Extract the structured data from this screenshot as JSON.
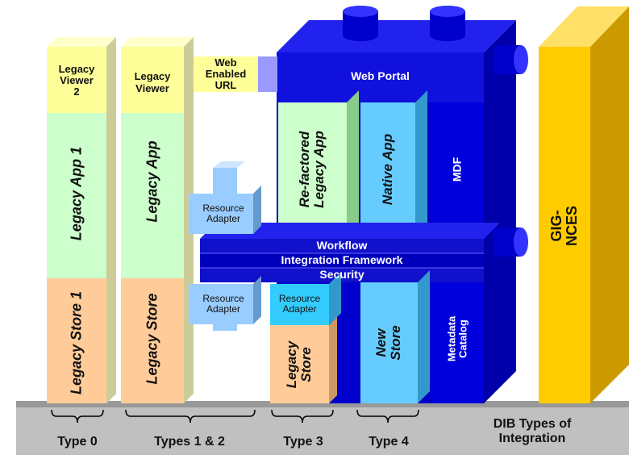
{
  "diagram": {
    "columns": {
      "type0": {
        "viewer": "Legacy\nViewer\n2",
        "app": "Legacy App 1",
        "store": "Legacy Store 1"
      },
      "type12": {
        "viewer": "Legacy\nViewer",
        "app": "Legacy App",
        "store": "Legacy Store"
      },
      "type3": {
        "adapter": "Resource\nAdapter",
        "store": "Legacy\nStore"
      },
      "type4": {
        "app": "Native App",
        "store": "New\nStore"
      }
    },
    "web_enabled_url": "Web Enabled\nURL",
    "web_portal": "Web Portal",
    "refactored_app": "Re-factored\nLegacy App",
    "mdf": "MDF",
    "metadata_catalog": "Metadata\nCatalog",
    "resource_adapter_upper": "Resource\nAdapter",
    "resource_adapter_lower": "Resource\nAdapter",
    "bands": {
      "workflow": "Workflow",
      "integration": "Integration Framework",
      "security": "Security"
    },
    "gig_nces": "GIG-NCES",
    "bottom": {
      "type0": "Type 0",
      "type12": "Types 1 & 2",
      "type3": "Type 3",
      "type4": "Type 4",
      "dib": "DIB Types of\nIntegration"
    },
    "colors": {
      "viewer": "#FFFF99",
      "app": "#CCFFCC",
      "store": "#FFCC99",
      "blue": "#0000DD",
      "adapter": "#66CCFF",
      "gig": "#FFCC00",
      "base": "#BBBBBB"
    }
  }
}
